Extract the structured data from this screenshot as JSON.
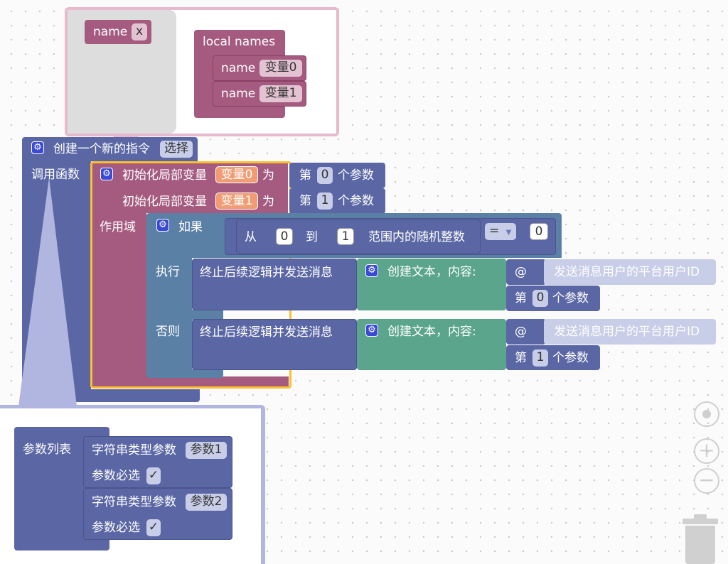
{
  "mutator_top": {
    "name_label": "name",
    "name_value": "x",
    "local_names_label": "local names",
    "items": [
      {
        "label": "name",
        "value": "变量0"
      },
      {
        "label": "name",
        "value": "变量1"
      }
    ]
  },
  "command_block": {
    "label": "创建一个新的指令",
    "choose_value": "选择",
    "call_function_label": "调用函数"
  },
  "init_block": {
    "row1_label": "初始化局部变量",
    "row1_var": "变量0",
    "row1_as": "为",
    "row2_label": "初始化局部变量",
    "row2_var": "变量1",
    "row2_as": "为",
    "scope_label": "作用域"
  },
  "param_blocks": [
    {
      "prefix": "第",
      "index": "0",
      "suffix": "个参数"
    },
    {
      "prefix": "第",
      "index": "1",
      "suffix": "个参数"
    }
  ],
  "if_block": {
    "if_label": "如果",
    "from_label": "从",
    "from_value": "0",
    "to_label": "到",
    "to_value": "1",
    "random_label": "范围内的随机整数",
    "op_value": "=",
    "compare_value": "0",
    "then_label": "执行",
    "else_label": "否则"
  },
  "branch_then": {
    "action_label": "终止后续逻辑并发送消息",
    "create_text_label": "创建文本，内容:",
    "at_label": "@",
    "sender_label": "发送消息用户的平台用户ID",
    "param_prefix": "第",
    "param_index": "0",
    "param_suffix": "个参数"
  },
  "branch_else": {
    "action_label": "终止后续逻辑并发送消息",
    "create_text_label": "创建文本，内容:",
    "at_label": "@",
    "sender_label": "发送消息用户的平台用户ID",
    "param_prefix": "第",
    "param_index": "1",
    "param_suffix": "个参数"
  },
  "params_mutator": {
    "list_label": "参数列表",
    "items": [
      {
        "type_label": "字符串类型参数",
        "name": "参数1",
        "required_label": "参数必选",
        "checked": "✓"
      },
      {
        "type_label": "字符串类型参数",
        "name": "参数2",
        "required_label": "参数必选",
        "checked": "✓"
      }
    ]
  },
  "controls": {
    "recenter_icon": "target-icon",
    "zoom_in_icon": "plus-icon",
    "zoom_out_icon": "minus-icon",
    "trash_icon": "trash-icon",
    "zoom_in_symbol": "+",
    "zoom_out_symbol": "−"
  },
  "colors": {
    "procedure": "#5b67a5",
    "variable": "#a55b80",
    "logic": "#5b80a5",
    "math": "#5b67a5",
    "text": "#5ba58c",
    "selected_outline": "#fbc02d"
  }
}
